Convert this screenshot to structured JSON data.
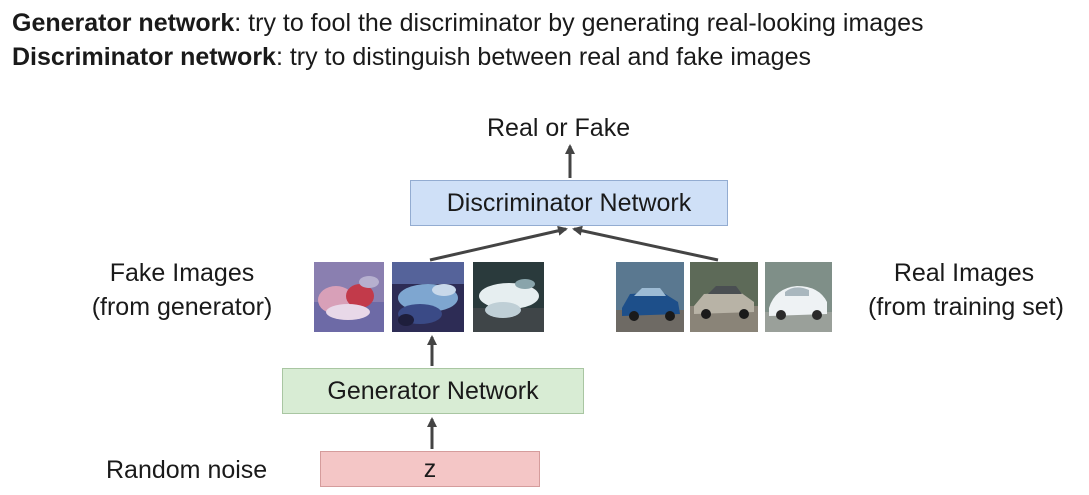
{
  "header": {
    "line1_bold": "Generator network",
    "line1_rest": ": try to fool the discriminator by generating real-looking images",
    "line2_bold": "Discriminator network",
    "line2_rest": ": try to distinguish between real and fake images"
  },
  "diagram": {
    "output_label": "Real or Fake",
    "discriminator_label": "Discriminator Network",
    "generator_label": "Generator Network",
    "noise_label": "Random noise",
    "noise_var": "z",
    "fake_label_line1": "Fake Images",
    "fake_label_line2": "(from generator)",
    "real_label_line1": "Real Images",
    "real_label_line2": "(from training set)"
  },
  "colors": {
    "discriminator_fill": "#cfe0f7",
    "generator_fill": "#d8ecd4",
    "noise_fill": "#f4c6c6",
    "arrow": "#444444"
  }
}
